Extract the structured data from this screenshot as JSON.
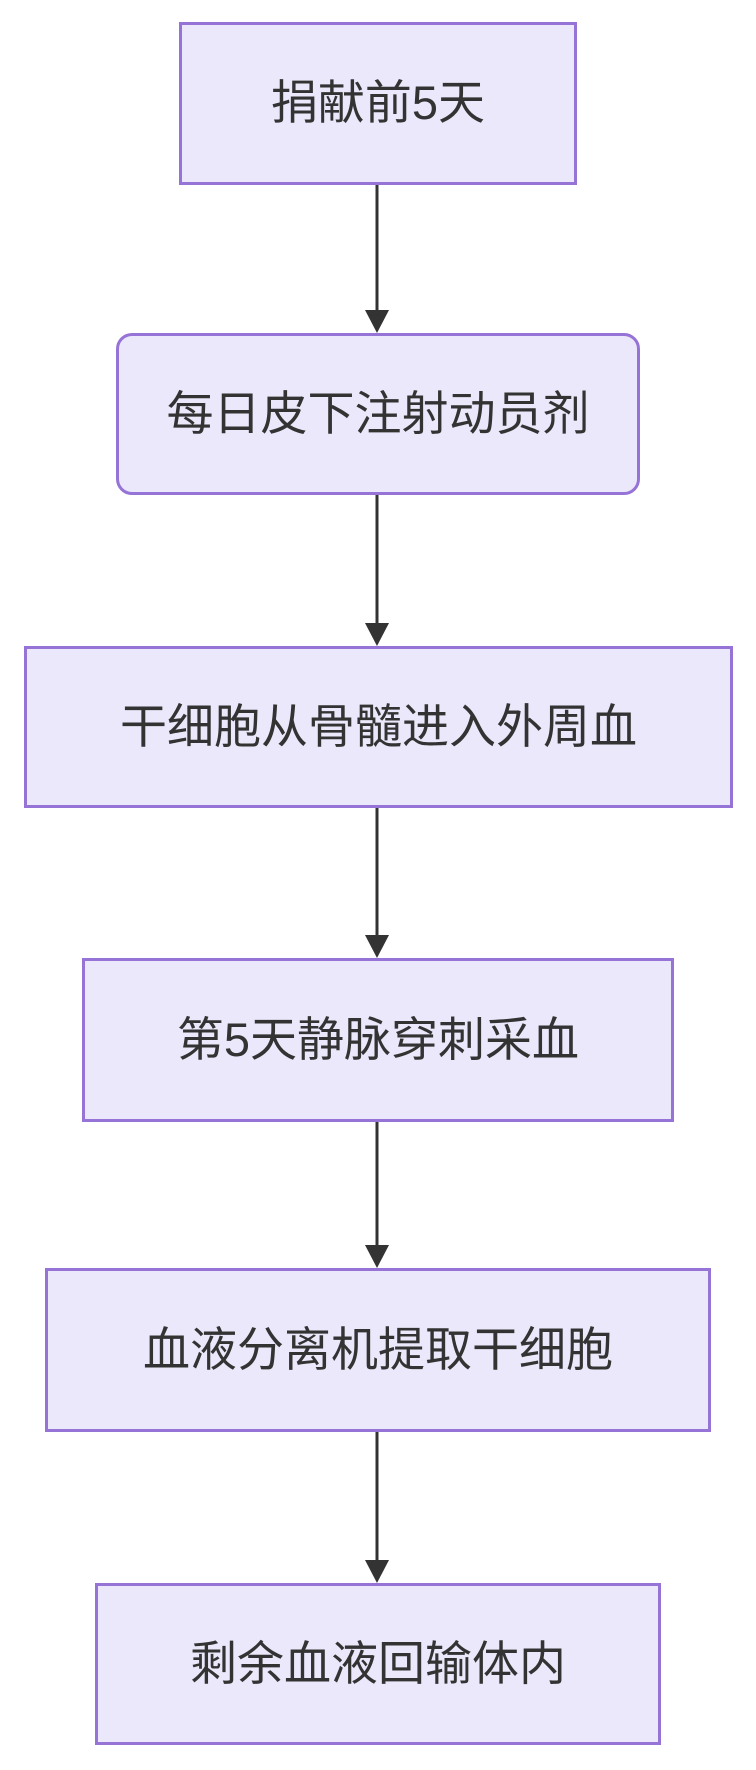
{
  "diagram": {
    "type": "flowchart",
    "direction": "top-down",
    "background_color": "#ffffff",
    "node_fill_color": "#EAE8FA",
    "node_border_color": "#9673D6",
    "node_text_color": "#333333",
    "arrow_color": "#333333",
    "nodes": [
      {
        "id": "1",
        "label": "捐献前5天",
        "shape": "rectangle"
      },
      {
        "id": "2",
        "label": "每日皮下注射动员剂",
        "shape": "rounded"
      },
      {
        "id": "3",
        "label": "干细胞从骨髓进入外周血",
        "shape": "rectangle"
      },
      {
        "id": "4",
        "label": "第5天静脉穿刺采血",
        "shape": "rectangle"
      },
      {
        "id": "5",
        "label": "血液分离机提取干细胞",
        "shape": "rectangle"
      },
      {
        "id": "6",
        "label": "剩余血液回输体内",
        "shape": "rectangle"
      }
    ],
    "edges": [
      {
        "from": "捐献前5天",
        "to": "每日皮下注射动员剂"
      },
      {
        "from": "每日皮下注射动员剂",
        "to": "干细胞从骨髓进入外周血"
      },
      {
        "from": "干细胞从骨髓进入外周血",
        "to": "第5天静脉穿刺采血"
      },
      {
        "from": "第5天静脉穿刺采血",
        "to": "血液分离机提取干细胞"
      },
      {
        "from": "血液分离机提取干细胞",
        "to": "剩余血液回输体内"
      }
    ]
  }
}
